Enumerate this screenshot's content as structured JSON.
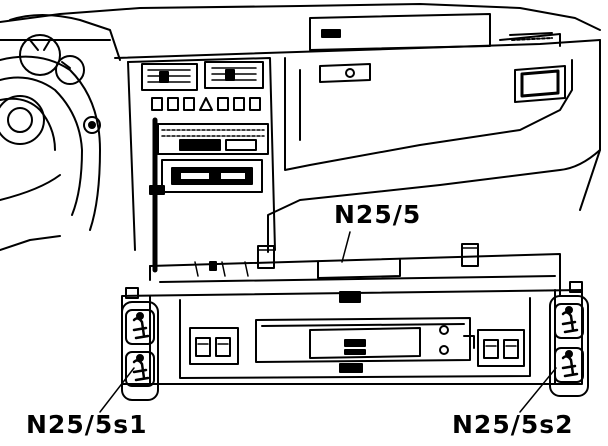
{
  "diagram": {
    "labels": {
      "main_unit": "N25/5",
      "left_switch": "N25/5s1",
      "right_switch": "N25/5s2"
    },
    "colors": {
      "ink": "#000000",
      "paper": "#ffffff"
    }
  }
}
